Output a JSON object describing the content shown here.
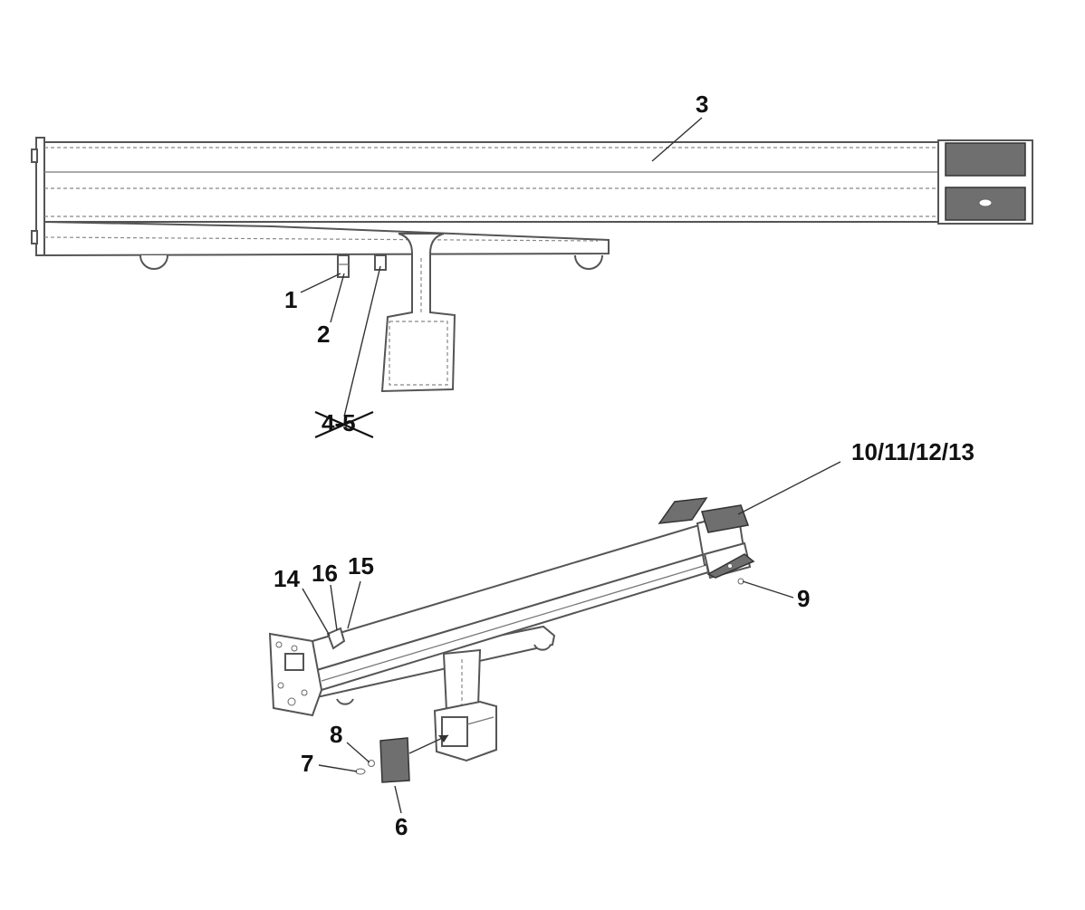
{
  "callouts": {
    "c1": "1",
    "c2": "2",
    "c3": "3",
    "c45": "4-5",
    "c6": "6",
    "c7": "7",
    "c8": "8",
    "c9": "9",
    "c10_13": "10/11/12/13",
    "c14": "14",
    "c15": "15",
    "c16": "16"
  },
  "colors": {
    "wear_pad": "#6f6f6f",
    "outline": "#555555",
    "text": "#111111"
  }
}
